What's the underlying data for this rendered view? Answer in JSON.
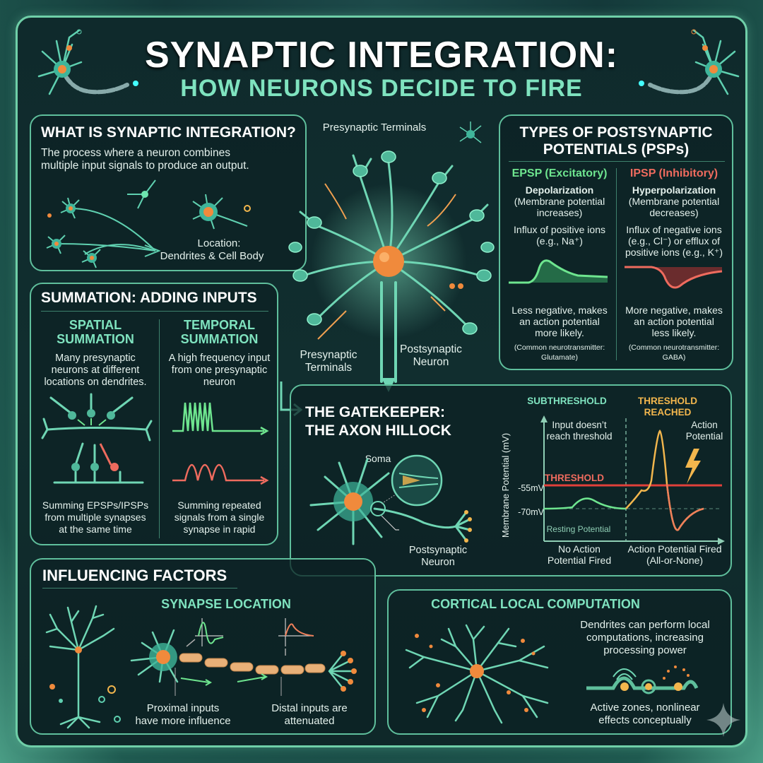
{
  "header": {
    "title": "SYNAPTIC INTEGRATION:",
    "subtitle": "HOW NEURONS DECIDE TO FIRE"
  },
  "what_is": {
    "heading": "WHAT IS SYNAPTIC INTEGRATION?",
    "description_line1": "The process where a neuron combines",
    "description_line2": "multiple input signals to produce an output.",
    "location_label": "Location:",
    "location_value": "Dendrites & Cell Body"
  },
  "center_diagram": {
    "label_top": "Presynaptic Terminals",
    "label_bottom_left_1": "Presynaptic",
    "label_bottom_left_2": "Terminals",
    "label_bottom_right_1": "Postsynaptic",
    "label_bottom_right_2": "Neuron"
  },
  "psp_types": {
    "heading_line1": "TYPES OF POSTSYNAPTIC",
    "heading_line2": "POTENTIALS (PSPs)",
    "epsp": {
      "title": "EPSP (Excitatory)",
      "subtitle": "Depolarization",
      "desc1": "(Membrane potential",
      "desc2": "increases)",
      "ions1": "Influx of positive ions",
      "ions2": "(e.g., Na⁺)",
      "effect1": "Less negative, makes",
      "effect2": "an action potential",
      "effect3": "more likely.",
      "nt1": "(Common neurotransmitter:",
      "nt2": "Glutamate)",
      "color": "#6ee58f"
    },
    "ipsp": {
      "title": "IPSP (Inhibitory)",
      "subtitle": "Hyperpolarization",
      "desc1": "(Membrane potential",
      "desc2": "decreases)",
      "ions1": "Influx of negative ions",
      "ions2": "(e.g., Cl⁻) or efflux of",
      "ions3": "positive ions (e.g., K⁺)",
      "effect1": "More negative, makes",
      "effect2": "an action potential",
      "effect3": "less likely.",
      "nt1": "(Common neurotransmitter:",
      "nt2": "GABA)",
      "color": "#ee6b5e"
    }
  },
  "summation": {
    "heading": "SUMMATION: ADDING INPUTS",
    "spatial": {
      "title1": "SPATIAL",
      "title2": "SUMMATION",
      "desc1": "Many presynaptic",
      "desc2": "neurons at different",
      "desc3": "locations on dendrites.",
      "foot1": "Summing EPSPs/IPSPs",
      "foot2": "from multiple synapses",
      "foot3": "at the same time"
    },
    "temporal": {
      "title1": "TEMPORAL",
      "title2": "SUMMATION",
      "desc1": "A high frequency input",
      "desc2": "from one presynaptic",
      "desc3": "neuron",
      "foot1": "Summing repeated",
      "foot2": "signals from a single",
      "foot3": "synapse in rapid"
    }
  },
  "gatekeeper": {
    "heading1": "THE GATEKEEPER:",
    "heading2": "THE AXON HILLOCK",
    "soma_label": "Soma",
    "neuron_label1": "Postsynaptic",
    "neuron_label2": "Neuron"
  },
  "chart_data": {
    "type": "line",
    "title": "",
    "ylabel": "Membrane Potential (mV)",
    "xlabel": "",
    "y_ticks": [
      "-55mV",
      "-70mV"
    ],
    "threshold_mv": -55,
    "resting_mv": -70,
    "regions": [
      {
        "label": "SUBTHRESHOLD",
        "note1": "Input doesn’t",
        "note2": "reach threshold",
        "outcome1": "No Action",
        "outcome2": "Potential Fired",
        "color": "#7fe3bf"
      },
      {
        "label1": "THRESHOLD",
        "label2": "REACHED",
        "note1": "Action",
        "note2": "Potential",
        "outcome1": "Action Potential Fired",
        "outcome2": "(All-or-None)",
        "color": "#f2b64d"
      }
    ],
    "threshold_label": "THRESHOLD",
    "resting_label": "Resting Potential",
    "series": [
      {
        "name": "subthreshold",
        "x": [
          0,
          1,
          2,
          3,
          4
        ],
        "values": [
          -70,
          -70,
          -64,
          -70,
          -70
        ]
      },
      {
        "name": "action_potential",
        "x": [
          4,
          5,
          5.5,
          6,
          6.5,
          7,
          8
        ],
        "values": [
          -70,
          -62,
          -60,
          30,
          -55,
          -82,
          -70
        ]
      }
    ]
  },
  "influencing": {
    "heading": "INFLUENCING FACTORS",
    "synapse_title": "SYNAPSE LOCATION",
    "proximal1": "Proximal inputs",
    "proximal2": "have more influence",
    "distal1": "Distal inputs are",
    "distal2": "attenuated"
  },
  "cortical": {
    "heading": "CORTICAL LOCAL COMPUTATION",
    "desc1": "Dendrites can perform local",
    "desc2": "computations, increasing",
    "desc3": "processing power",
    "foot1": "Active zones, nonlinear",
    "foot2": "effects conceptually"
  },
  "colors": {
    "accent": "#6fcfa8",
    "heading_teal": "#7fe3bf",
    "excitatory": "#6ee58f",
    "inhibitory": "#ee6b5e",
    "action": "#f2b64d",
    "soma": "#f08a3c"
  }
}
